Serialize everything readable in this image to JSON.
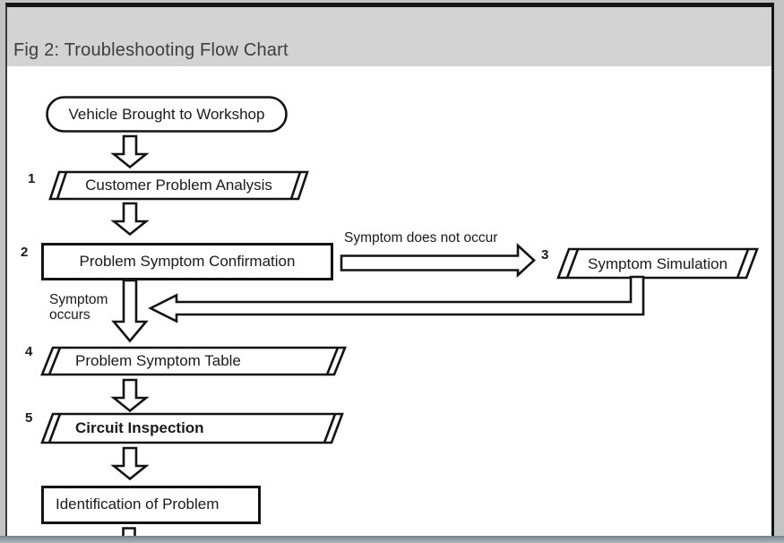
{
  "figure_header": {
    "title": "Fig 2: Troubleshooting Flow Chart"
  },
  "flowchart": {
    "start": {
      "label": "Vehicle Brought to Workshop"
    },
    "steps": [
      {
        "number": "1",
        "label": "Customer Problem Analysis"
      },
      {
        "number": "2",
        "label": "Problem Symptom Confirmation"
      },
      {
        "number": "3",
        "label": "Symptom Simulation"
      },
      {
        "number": "4",
        "label": "Problem Symptom Table"
      },
      {
        "number": "5",
        "label": "Circuit Inspection"
      }
    ],
    "end": {
      "label": "Identification of Problem"
    },
    "annotations": {
      "symptom_does_not_occur": "Symptom does not occur",
      "symptom_occurs": "Symptom\noccurs"
    }
  },
  "colors": {
    "header_band": "#d3d3d3",
    "title_text": "#3e3e3e",
    "frame_border": "#161616",
    "diagram_line": "#131313",
    "diagram_fill": "#ffffff",
    "outer_background": "#c3c3c3",
    "bottom_bar": "#8b959e"
  }
}
